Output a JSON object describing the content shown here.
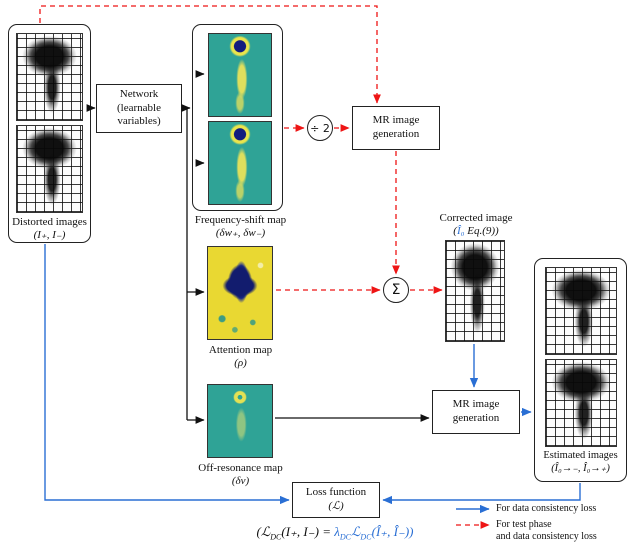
{
  "colors": {
    "arrow_blue": "#2a6fd4",
    "arrow_red": "#ee1515",
    "arrow_black": "#111111",
    "map_teal": "#2fa396",
    "map_yellow": "#e9d832"
  },
  "panels": {
    "distorted": {
      "title": "Distorted images",
      "symbols": "(I₊, I₋)"
    },
    "network": {
      "line1": "Network",
      "line2": "(learnable",
      "line3": "variables)"
    },
    "frequency_shift": {
      "title": "Frequency-shift map",
      "symbols": "(δw₊, δw₋)"
    },
    "attention": {
      "title": "Attention map",
      "symbols": "(ρ)"
    },
    "off_resonance": {
      "title": "Off-resonance map",
      "symbols": "(δv)"
    },
    "divide_by_two": {
      "label": "÷ 2"
    },
    "mr_generation_top": {
      "line1": "MR image",
      "line2": "generation"
    },
    "sigma": {
      "label": "Σ"
    },
    "corrected": {
      "title": "Corrected image",
      "sym_pre": "(",
      "sym_blue": "Î₀",
      "sym_post": " Eq.(9))"
    },
    "mr_generation_bottom": {
      "line1": "MR image",
      "line2": "generation"
    },
    "estimated": {
      "title": "Estimated images",
      "symbols": "(Î₀→₋, Î₀→₊)"
    },
    "loss": {
      "line1": "Loss function",
      "line2": "(ℒ)"
    }
  },
  "formula": {
    "black_l": "(ℒ",
    "black_sub": "DC",
    "black_mid": "(I₊, I₋) = ",
    "blue_lambda": "λ",
    "blue_lambda_sub": "DC",
    "blue_l": "ℒ",
    "blue_l_sub": "DC",
    "blue_tail": "(Î₊, Î₋))"
  },
  "legend": {
    "data_consistency": "For data consistency loss",
    "test_phase_line1": "For test phase",
    "test_phase_line2": "and data consistency loss"
  }
}
